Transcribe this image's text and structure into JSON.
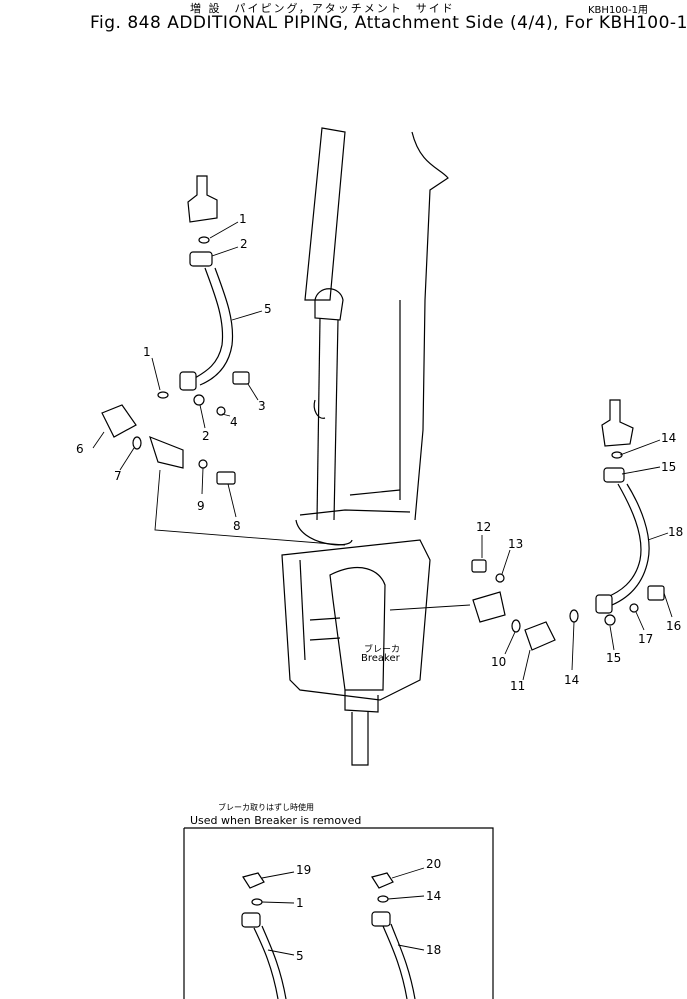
{
  "header": {
    "jp_title": "増 設　パイピング，アタッチメント　サイド",
    "model": "KBH100-1用",
    "title": "Fig. 848  ADDITIONAL PIPING, Attachment Side (4/4), For KBH100-1"
  },
  "breaker_label": {
    "jp": "ブレーカ",
    "en": "Breaker"
  },
  "inset": {
    "caption_jp": "ブレーカ取りはずし時使用",
    "caption_en": "Used when Breaker is removed"
  },
  "callouts": {
    "c1a": "1",
    "c2a": "2",
    "c5a": "5",
    "c1b": "1",
    "c3": "3",
    "c4": "4",
    "c2b": "2",
    "c6": "6",
    "c7": "7",
    "c9": "9",
    "c8": "8",
    "c14a": "14",
    "c15a": "15",
    "c18": "18",
    "c12": "12",
    "c13": "13",
    "c10": "10",
    "c11": "11",
    "c14b": "14",
    "c15b": "15",
    "c17": "17",
    "c16": "16",
    "c19": "19",
    "c1c": "1",
    "c5b": "5",
    "c20": "20",
    "c14c": "14",
    "c18b": "18"
  }
}
